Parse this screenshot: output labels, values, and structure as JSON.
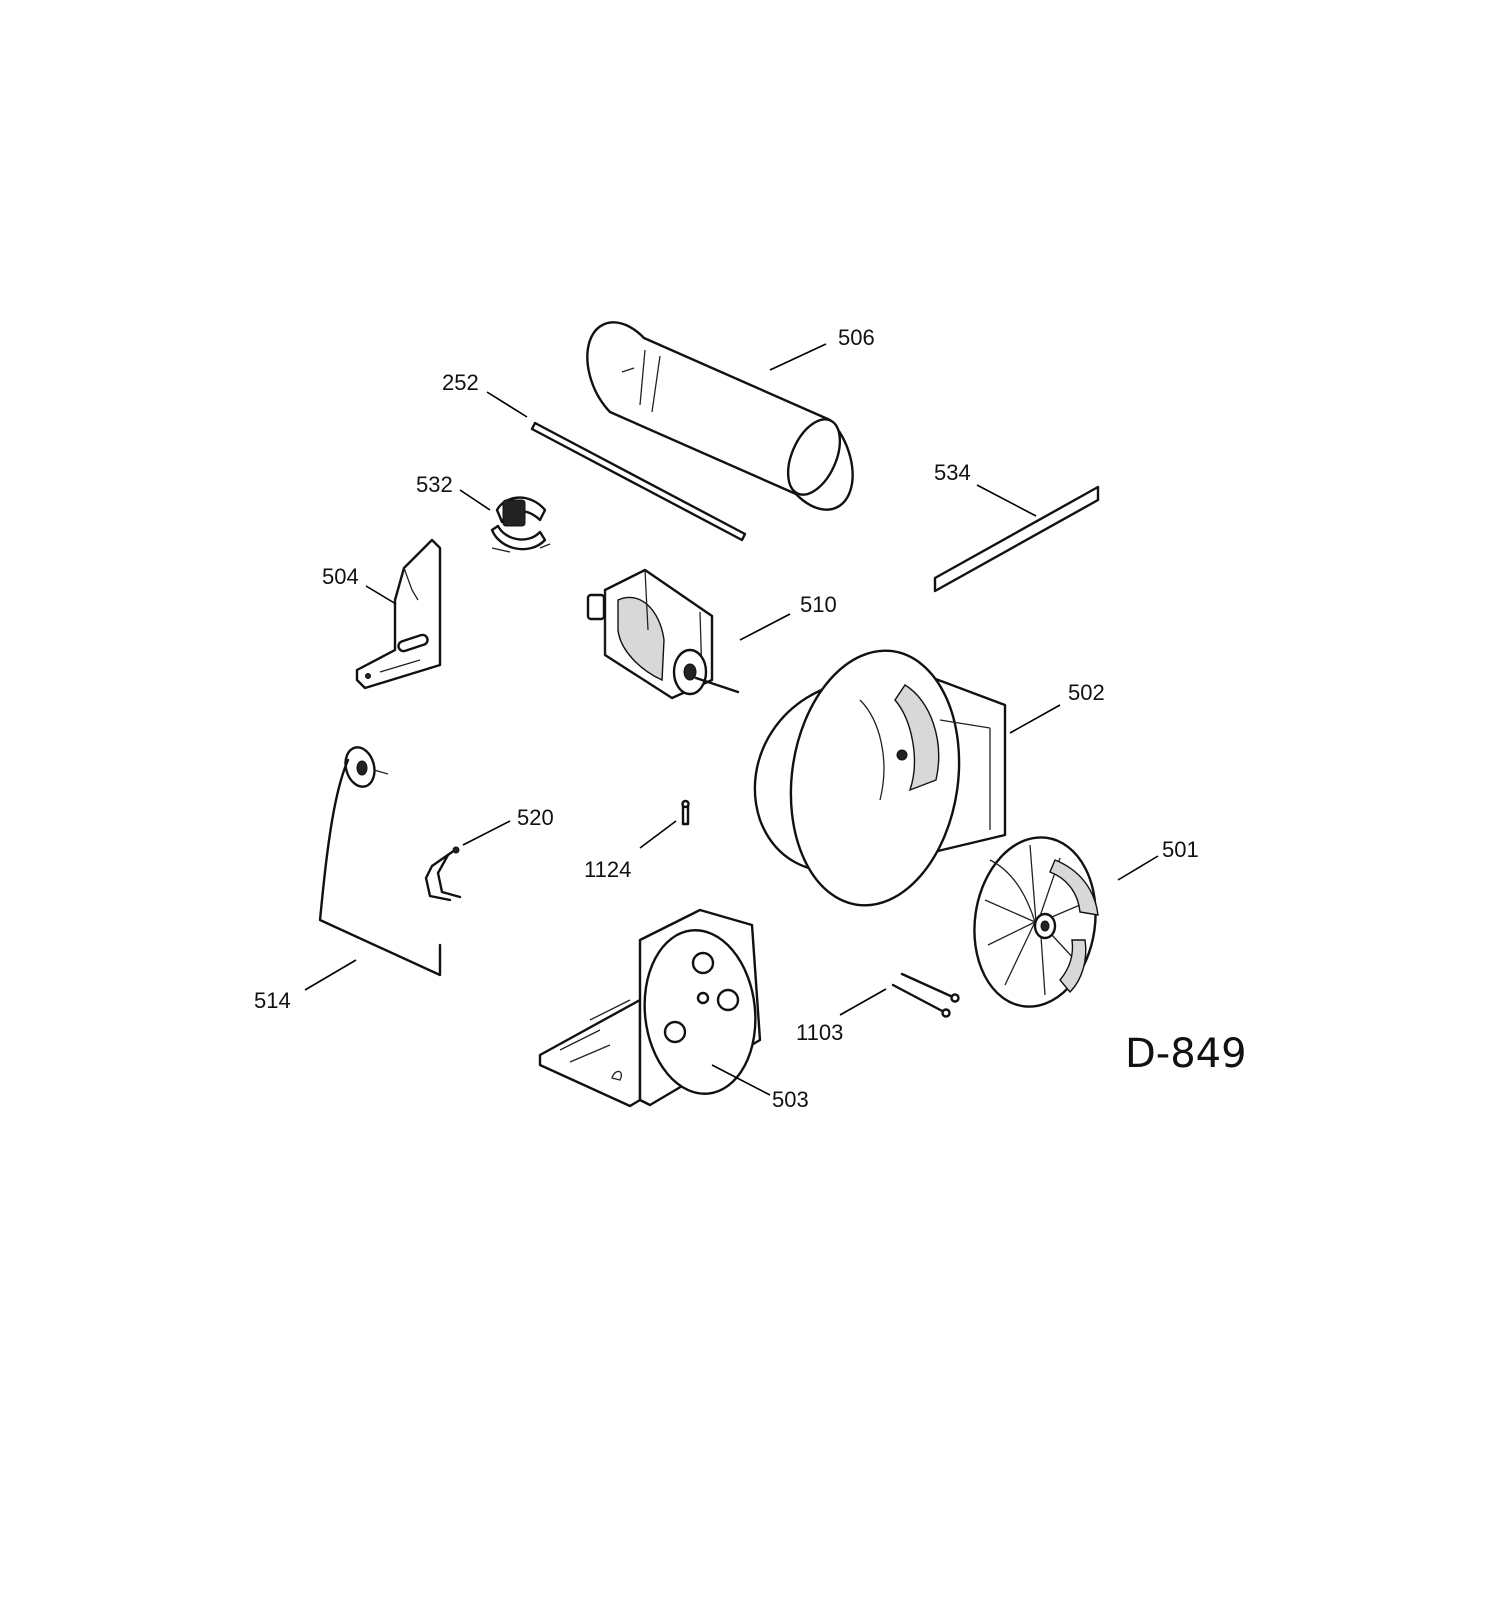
{
  "diagram": {
    "code": "D-849",
    "parts": [
      {
        "id": "part-506",
        "number": "506"
      },
      {
        "id": "part-252",
        "number": "252"
      },
      {
        "id": "part-534",
        "number": "534"
      },
      {
        "id": "part-532",
        "number": "532"
      },
      {
        "id": "part-504",
        "number": "504"
      },
      {
        "id": "part-510",
        "number": "510"
      },
      {
        "id": "part-502",
        "number": "502"
      },
      {
        "id": "part-520",
        "number": "520"
      },
      {
        "id": "part-1124",
        "number": "1124"
      },
      {
        "id": "part-501",
        "number": "501"
      },
      {
        "id": "part-514",
        "number": "514"
      },
      {
        "id": "part-1103",
        "number": "1103"
      },
      {
        "id": "part-503",
        "number": "503"
      }
    ]
  }
}
